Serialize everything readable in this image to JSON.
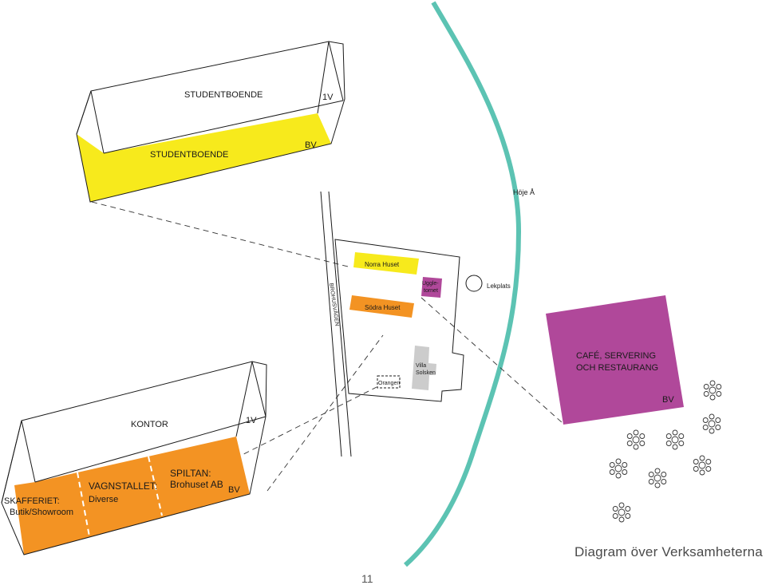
{
  "buildings": {
    "student_top": {
      "floor_label": "STUDENTBOENDE",
      "floor_level": "1V"
    },
    "student_bottom": {
      "floor_label": "STUDENTBOENDE",
      "floor_level": "BV"
    },
    "kontor": {
      "label": "KONTOR",
      "level": "1V"
    },
    "skafferiet": {
      "line1": "SKAFFERIET:",
      "line2": "Butik/Showroom"
    },
    "vagnstallet": {
      "line1": "VAGNSTALLET:",
      "line2": "Diverse"
    },
    "spiltan": {
      "line1": "SPILTAN:",
      "line2": "Brohuset AB",
      "level": "BV"
    },
    "cafe": {
      "line1": "CAFÉ, SERVERING",
      "line2": "OCH RESTAURANG",
      "level": "BV"
    }
  },
  "site": {
    "road": "BROHUSVÄGEN",
    "norra": "Norra Huset",
    "sodra": "Södra Huset",
    "uggle_line1": "Uggle-",
    "uggle_line2": "tornet",
    "villa_line1": "Villa",
    "villa_line2": "Solsken",
    "orangeri": "Orangeri",
    "lekplats": "Lekplats",
    "river": "Höje Å"
  },
  "title": "Diagram över Verksamheterna",
  "page_number": "11",
  "colors": {
    "yellow": "#f7ea1c",
    "orange": "#f39323",
    "magenta": "#b0489a",
    "river": "#5cc3b3",
    "gray": "#cccccc"
  }
}
